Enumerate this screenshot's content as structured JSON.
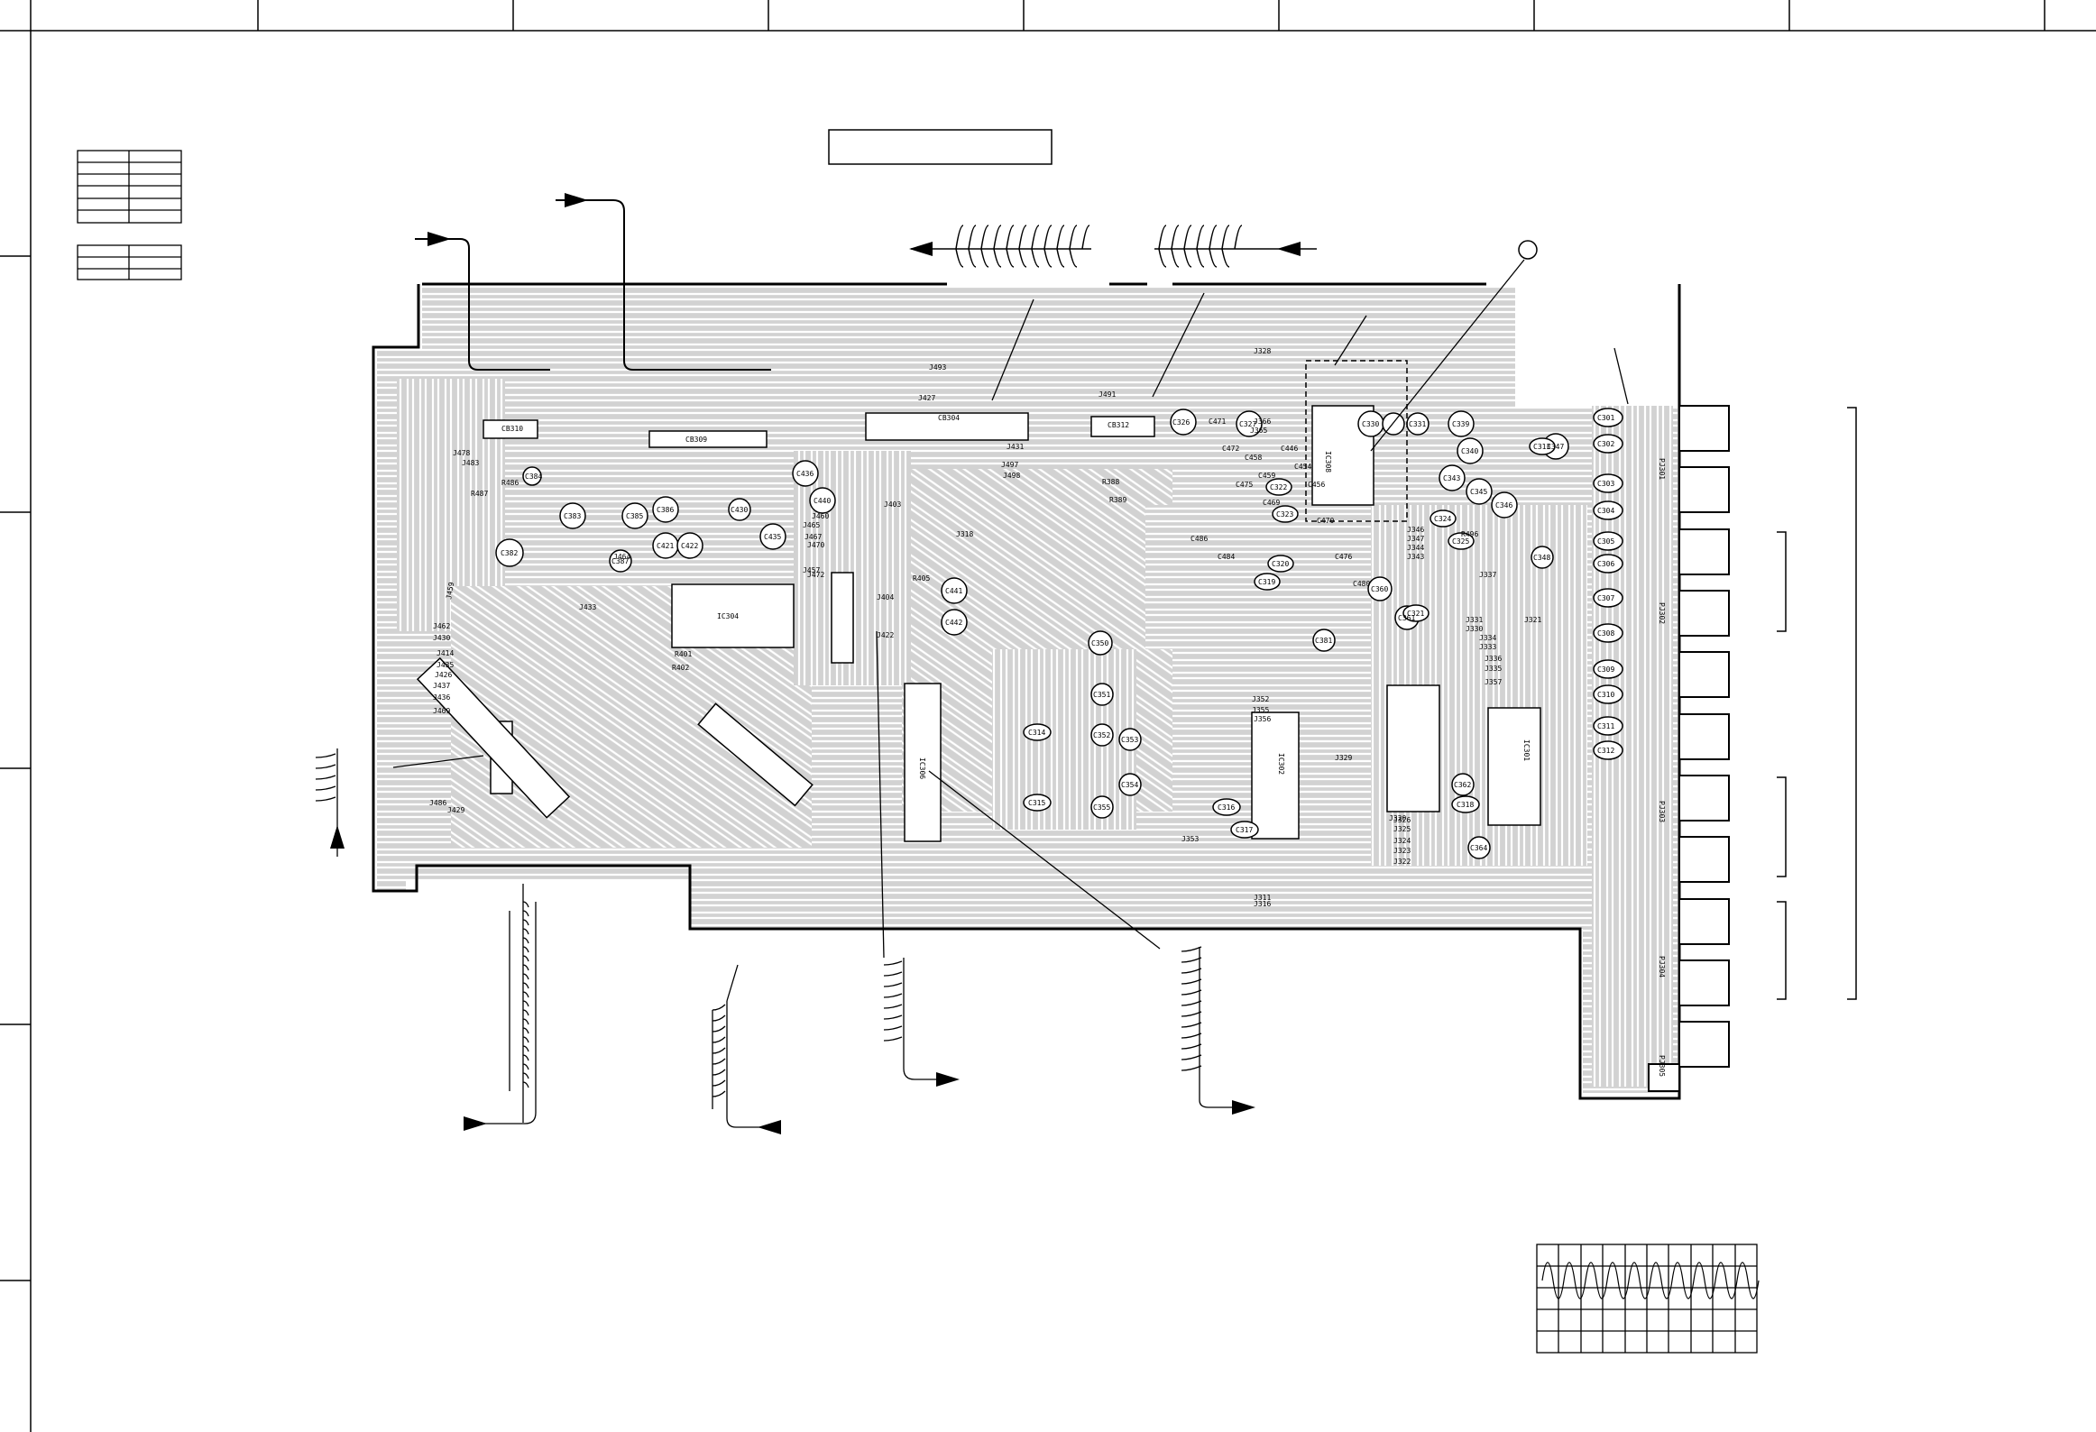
{
  "board": {
    "connectors": [
      "CB310",
      "CB309",
      "CB304",
      "CB312"
    ],
    "ics": [
      "IC304",
      "IC302",
      "IC301",
      "IC308",
      "IC306"
    ],
    "jacks": [
      "PJ301",
      "PJ302",
      "PJ303",
      "PJ304",
      "PJ305"
    ],
    "capacitors": [
      "C301",
      "C302",
      "C303",
      "C304",
      "C305",
      "C306",
      "C307",
      "C308",
      "C309",
      "C310",
      "C311",
      "C312",
      "C313",
      "C314",
      "C315",
      "C316",
      "C317",
      "C318",
      "C319",
      "C320",
      "C321",
      "C322",
      "C323",
      "C324",
      "C325",
      "C326",
      "C327",
      "C330",
      "C331",
      "C339",
      "C340",
      "C343",
      "C345",
      "C346",
      "C347",
      "C348",
      "C350",
      "C351",
      "C352",
      "C353",
      "C354",
      "C355",
      "C360",
      "C361",
      "C362",
      "C364",
      "C381",
      "C382",
      "C383",
      "C384",
      "C385",
      "C386",
      "C387",
      "C421",
      "C422",
      "C430",
      "C435",
      "C436",
      "C440",
      "C441",
      "C442",
      "C446",
      "C454",
      "C456",
      "C458",
      "C459",
      "C469",
      "C470",
      "C471",
      "C472",
      "C475",
      "C476",
      "C480",
      "C484",
      "C486"
    ],
    "jumpers": [
      "J478",
      "J483",
      "J462",
      "J430",
      "J414",
      "J435",
      "J426",
      "J437",
      "J436",
      "J469",
      "J486",
      "J429",
      "J459",
      "J464",
      "J457",
      "J472",
      "J470",
      "J467",
      "J465",
      "J460",
      "J403",
      "J404",
      "J422",
      "J433",
      "J493",
      "J427",
      "J431",
      "J497",
      "J498",
      "J491",
      "J328",
      "J321",
      "J366",
      "J365",
      "J346",
      "J347",
      "J344",
      "J343",
      "J337",
      "J331",
      "J330",
      "J334",
      "J333",
      "J336",
      "J335",
      "J357",
      "J356",
      "J355",
      "J352",
      "J353",
      "J329",
      "J325",
      "J324",
      "J323",
      "J322",
      "J320",
      "J326",
      "J311",
      "J316",
      "J318"
    ],
    "resistors": [
      "R487",
      "R486",
      "R388",
      "R389",
      "R401",
      "R402",
      "R405",
      "R496"
    ]
  }
}
